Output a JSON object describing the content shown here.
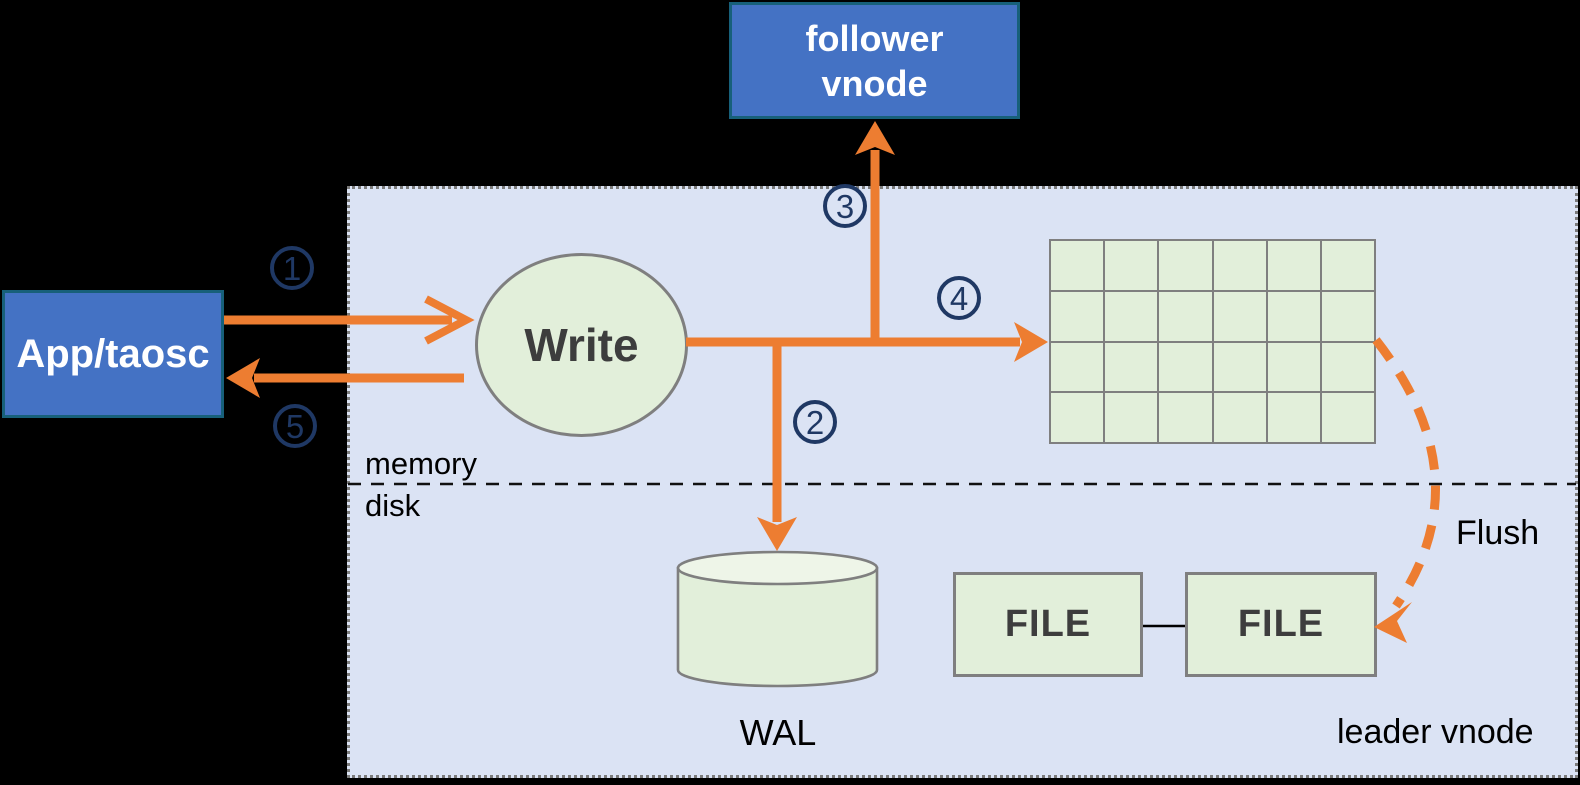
{
  "nodes": {
    "follower_vnode": {
      "line1": "follower",
      "line2": "vnode"
    },
    "app": {
      "label": "App/taosc"
    },
    "write": {
      "label": "Write"
    },
    "wal": {
      "label": "WAL"
    },
    "files": [
      "FILE",
      "FILE"
    ]
  },
  "labels": {
    "memory": "memory",
    "disk": "disk",
    "flush": "Flush",
    "leader_vnode": "leader vnode"
  },
  "steps": [
    {
      "num": "1"
    },
    {
      "num": "2"
    },
    {
      "num": "3"
    },
    {
      "num": "4"
    },
    {
      "num": "5"
    }
  ],
  "memtable": {
    "rows": 4,
    "cols": 6
  },
  "colors": {
    "background": "#000000",
    "container_fill": "#dbe3f4",
    "node_blue": "#4472c4",
    "node_blue_border": "#17607a",
    "node_green": "#e2efda",
    "node_green_top": "#eef5e8",
    "node_green_border": "#7f7f7f",
    "arrow_orange": "#ed7d31",
    "step_navy": "#1f3864",
    "text_dark": "#3d3d3d"
  }
}
